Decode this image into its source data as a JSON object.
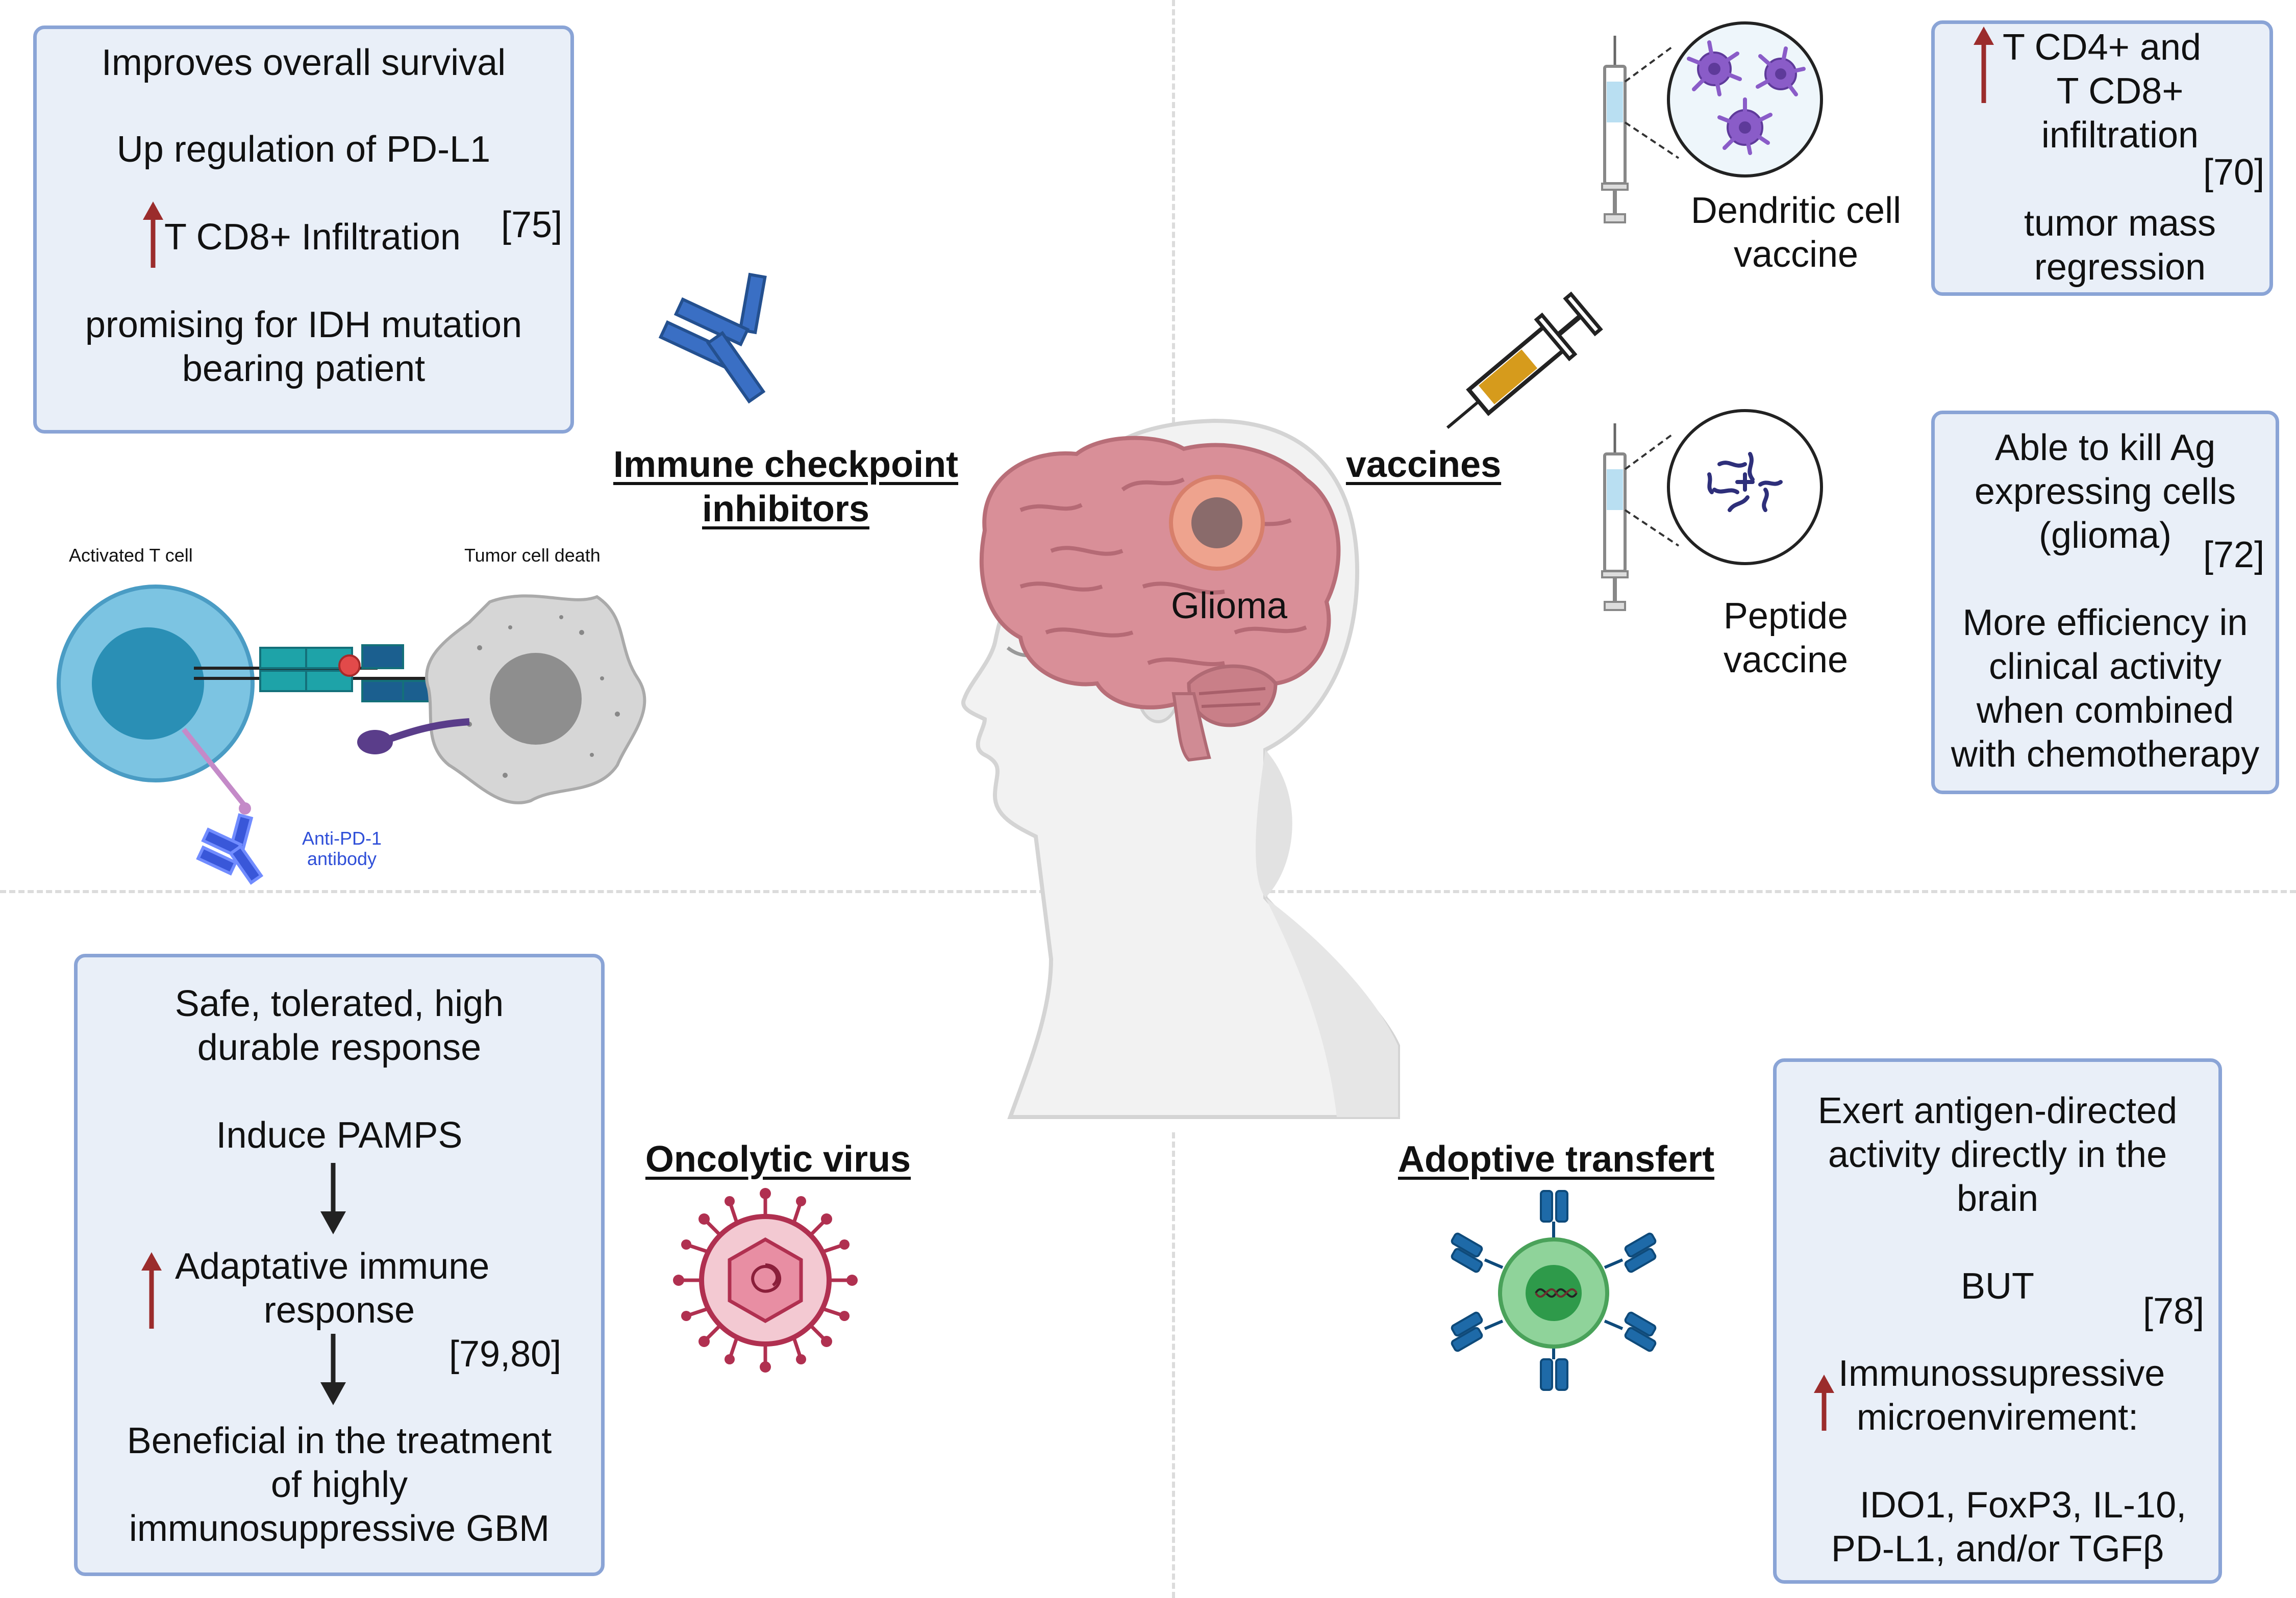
{
  "colors": {
    "box_fill": "#e9eff8",
    "box_border": "#8aa4d6",
    "up_arrow": "#9b2c2c",
    "antibody_blue": "#3a6fc4",
    "brain_pink": "#d98f98",
    "tumor": "#e8a08a",
    "virus_red": "#b03050",
    "tcell_green": "#6cc07a",
    "dc_purple": "#8a5cc8"
  },
  "center": {
    "glioma_label": "Glioma"
  },
  "checkpoint": {
    "heading_line1": "Immune checkpoint",
    "heading_line2": "inhibitors",
    "box": {
      "line1": "Improves overall survival",
      "line2": "Up regulation of PD-L1",
      "line3": "T CD8+ Infiltration",
      "ref": "[75]",
      "line4a": "promising for IDH mutation",
      "line4b": "bearing patient"
    },
    "illustration": {
      "activated_t_cell": "Activated T cell",
      "tumor_cell_death": "Tumor cell death",
      "antibody_line1": "Anti-PD-1",
      "antibody_line2": "antibody"
    }
  },
  "vaccines": {
    "heading": "vaccines",
    "dendritic_label_1": "Dendritic cell",
    "dendritic_label_2": "vaccine",
    "peptide_label_1": "Peptide",
    "peptide_label_2": "vaccine",
    "box1": {
      "line1": "T CD4+ and",
      "line2": "T CD8+",
      "line3": "infiltration",
      "ref": "[70]",
      "line4": "tumor mass",
      "line5": "regression"
    },
    "box2": {
      "line1": "Able to kill Ag",
      "line2": "expressing cells",
      "line3": "(glioma)",
      "ref": "[72]",
      "line4": "More efficiency in",
      "line5": "clinical activity",
      "line6": "when combined",
      "line7": "with chemotherapy"
    }
  },
  "oncolytic": {
    "heading": "Oncolytic virus",
    "box": {
      "line1": "Safe, tolerated, high",
      "line2": "durable response",
      "line3": "Induce PAMPS",
      "line4": "Adaptative immune",
      "line5": "response",
      "ref": "[79,80]",
      "line6": "Beneficial in the treatment",
      "line7": "of highly",
      "line8": "immunosuppressive GBM"
    }
  },
  "adoptive": {
    "heading": "Adoptive transfert",
    "box": {
      "line1": "Exert antigen-directed",
      "line2": "activity directly in the",
      "line3": "brain",
      "line4": "BUT",
      "ref": "[78]",
      "line5": "Immunossupressive",
      "line6": "microenvirement:",
      "line7": "IDO1, FoxP3, IL-10,",
      "line8": "PD-L1, and/or TGFβ"
    }
  }
}
